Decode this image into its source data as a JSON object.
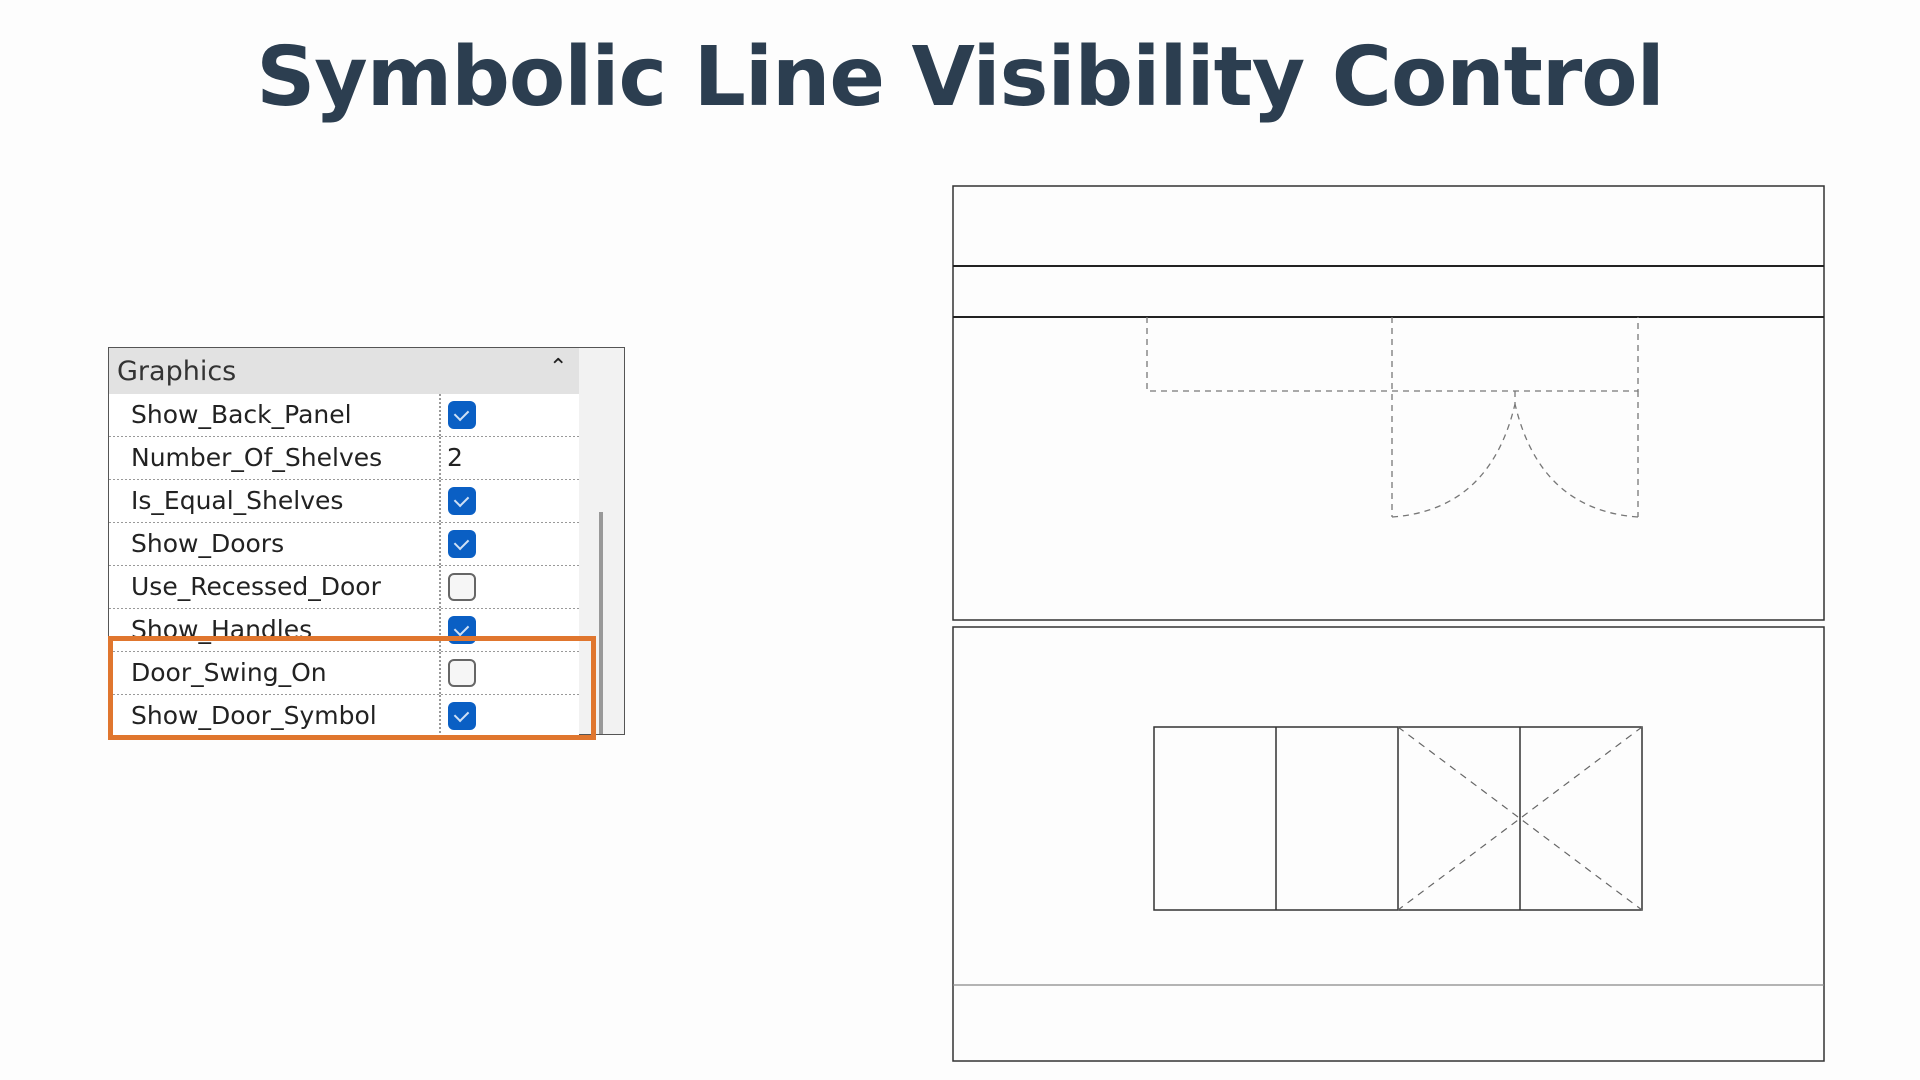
{
  "title": "Symbolic Line Visibility Control",
  "panel": {
    "section": "Graphics",
    "collapse_icon": "double-chevron-up",
    "rows": [
      {
        "label": "Show_Back_Panel",
        "type": "checkbox",
        "checked": true
      },
      {
        "label": "Number_Of_Shelves",
        "type": "number",
        "value": "2"
      },
      {
        "label": "Is_Equal_Shelves",
        "type": "checkbox",
        "checked": true
      },
      {
        "label": "Show_Doors",
        "type": "checkbox",
        "checked": true
      },
      {
        "label": "Use_Recessed_Door",
        "type": "checkbox",
        "checked": false
      },
      {
        "label": "Show_Handles",
        "type": "checkbox",
        "checked": true
      },
      {
        "label": "Door_Swing_On",
        "type": "checkbox",
        "checked": false
      },
      {
        "label": "Show_Door_Symbol",
        "type": "checkbox",
        "checked": true
      }
    ]
  },
  "colors": {
    "title": "#2c3e50",
    "highlight": "#e0762e",
    "checkbox": "#0a5fc4"
  }
}
